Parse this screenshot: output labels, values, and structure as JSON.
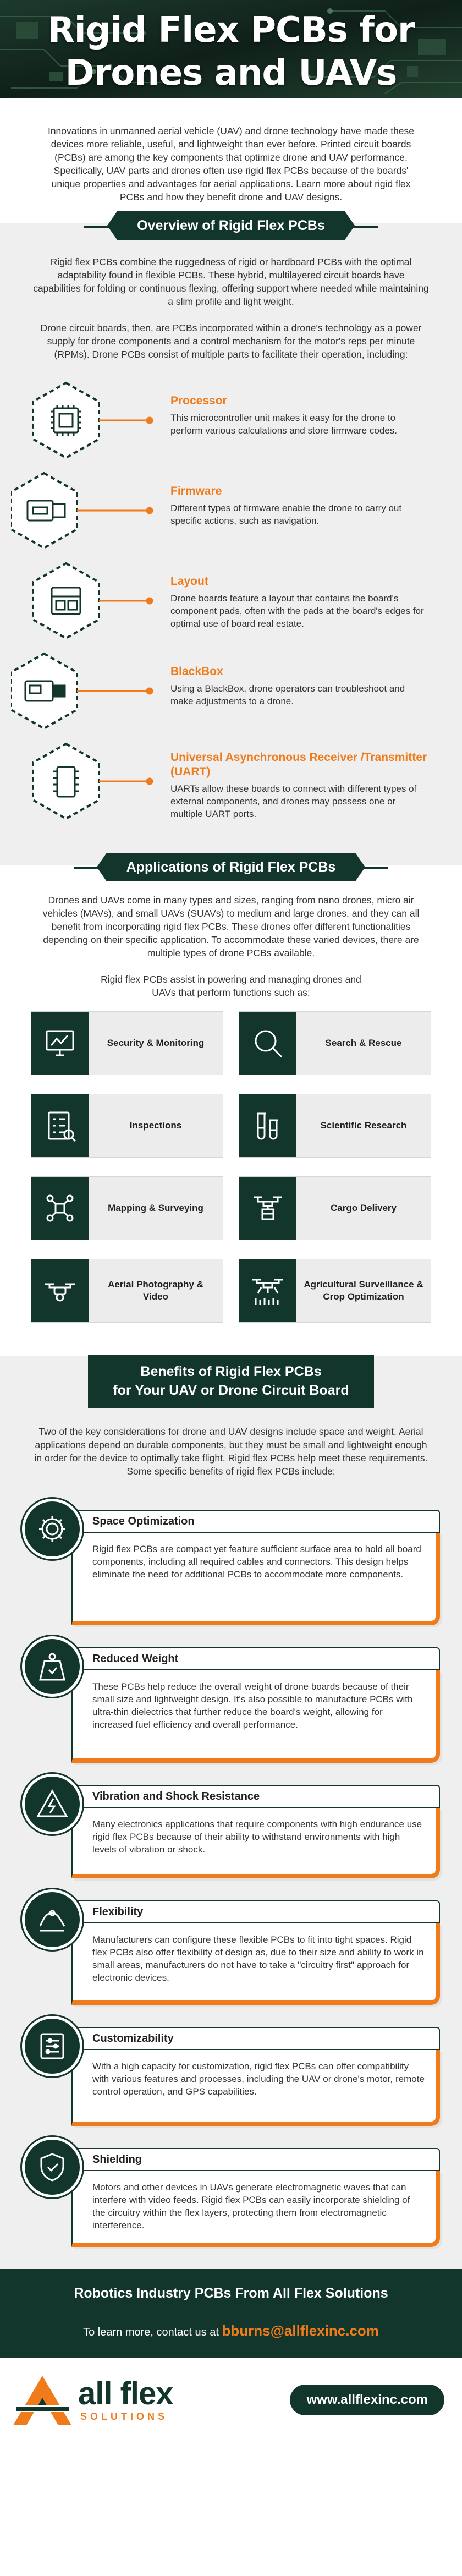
{
  "header": {
    "title_line1": "Rigid Flex PCBs for",
    "title_line2": "Drones and UAVs"
  },
  "intro": "Innovations in unmanned aerial vehicle (UAV) and drone technology have made these devices more reliable, useful, and lightweight than ever before. Printed circuit boards (PCBs) are among the key components that optimize drone and UAV performance. Specifically, UAV parts and drones often use rigid flex PCBs because of the boards' unique properties and advantages for aerial applications. Learn more about rigid flex PCBs and how they benefit drone and UAV designs.",
  "overview": {
    "heading": "Overview of Rigid Flex PCBs",
    "para1": "Rigid flex PCBs combine the ruggedness of rigid or hardboard PCBs with the optimal adaptability found in flexible PCBs. These hybrid, multilayered circuit boards have capabilities for folding or continuous flexing, offering support where needed while maintaining a slim profile and light weight.",
    "para2": "Drone circuit boards, then, are PCBs incorporated within a drone's technology as a power supply for drone components and a control mechanism for the motor's reps per minute (RPMs). Drone PCBs consist of multiple parts to facilitate their operation, including:",
    "components": [
      {
        "title": "Processor",
        "text": "This microcontroller unit makes it easy for the drone to perform various calculations and store firmware codes.",
        "icon": "chip-icon"
      },
      {
        "title": "Firmware",
        "text": "Different types of firmware enable the drone to carry out specific actions, such as navigation.",
        "icon": "usb-icon"
      },
      {
        "title": "Layout",
        "text": "Drone boards feature a layout that contains the board's component pads, often with the pads at the board's edges for optimal use of board real estate.",
        "icon": "layout-icon"
      },
      {
        "title": "BlackBox",
        "text": "Using a BlackBox, drone operators can troubleshoot and make adjustments to a drone.",
        "icon": "blackbox-icon"
      },
      {
        "title": "Universal Asynchronous Receiver /Transmitter (UART)",
        "text": "UARTs allow these boards to connect with different types of external components, and drones may possess one or multiple UART ports.",
        "icon": "uart-icon"
      }
    ]
  },
  "applications": {
    "heading": "Applications of Rigid Flex PCBs",
    "para1": "Drones and UAVs come in many types and sizes, ranging from nano drones, micro air vehicles (MAVs), and small UAVs (SUAVs) to medium and large drones, and they can all benefit from incorporating rigid flex PCBs. These drones offer different functionalities depending on their specific application. To accommodate these varied devices, there are multiple types of drone PCBs available.",
    "para2": "Rigid flex PCBs assist in powering and managing drones and UAVs that perform functions such as:",
    "items": [
      {
        "label": "Security & Monitoring",
        "icon": "monitor-icon"
      },
      {
        "label": "Search & Rescue",
        "icon": "magnifier-icon"
      },
      {
        "label": "Inspections",
        "icon": "checklist-icon"
      },
      {
        "label": "Scientific Research",
        "icon": "lab-icon"
      },
      {
        "label": "Mapping & Surveying",
        "icon": "map-icon"
      },
      {
        "label": "Cargo Delivery",
        "icon": "cargo-drone-icon"
      },
      {
        "label": "Aerial Photography & Video",
        "icon": "camera-drone-icon"
      },
      {
        "label": "Agricultural Surveillance & Crop Optimization",
        "icon": "crop-drone-icon"
      }
    ]
  },
  "benefits": {
    "heading_line1": "Benefits of Rigid Flex PCBs",
    "heading_line2": "for Your UAV or Drone Circuit Board",
    "intro": "Two of the key considerations for drone and UAV designs include space and weight. Aerial applications depend on durable components, but they must be small and lightweight enough in order for the device to optimally take flight. Rigid flex PCBs help meet these requirements. Some specific benefits of rigid flex PCBs include:",
    "items": [
      {
        "title": "Space Optimization",
        "text": "Rigid flex PCBs are compact yet feature sufficient surface area to hold all board components, including all required cables and connectors. This design helps eliminate the need for additional PCBs to accommodate more components.",
        "icon": "gear-icon"
      },
      {
        "title": "Reduced Weight",
        "text": "These PCBs help reduce the overall weight of drone boards because of their small size and lightweight design. It's also possible to manufacture PCBs with ultra-thin dielectrics that further reduce the board's weight, allowing for increased fuel efficiency and overall performance.",
        "icon": "weight-icon"
      },
      {
        "title": "Vibration and Shock Resistance",
        "text": "Many electronics applications that require components with high endurance use rigid flex PCBs because of their ability to withstand environments with high levels of vibration or shock.",
        "icon": "shock-icon"
      },
      {
        "title": "Flexibility",
        "text": "Manufacturers can configure these flexible PCBs to fit into tight spaces. Rigid flex PCBs also offer flexibility of design as, due to their size and ability to work in small areas, manufacturers do not have to take a \"circuitry first\" approach for electronic devices.",
        "icon": "flex-icon"
      },
      {
        "title": "Customizability",
        "text": "With a high capacity for customization, rigid flex PCBs can offer compatibility with various features and processes, including the UAV or drone's motor, remote control operation, and GPS capabilities.",
        "icon": "sliders-icon"
      },
      {
        "title": "Shielding",
        "text": "Motors and other devices in UAVs generate electromagnetic waves that can interfere with video feeds. Rigid flex PCBs can easily incorporate shielding of the circuitry within the flex layers, protecting them from electromagnetic interference.",
        "icon": "shield-icon"
      }
    ]
  },
  "footer": {
    "heading": "Robotics Industry PCBs From All Flex Solutions",
    "contact_prefix": "To learn more, contact us at",
    "email": "bburns@allflexinc.com",
    "logo_main": "all flex",
    "logo_sub": "SOLUTIONS",
    "url": "www.allflexinc.com"
  },
  "colors": {
    "accent": "#f07b1b",
    "brand_green": "#13362c"
  }
}
